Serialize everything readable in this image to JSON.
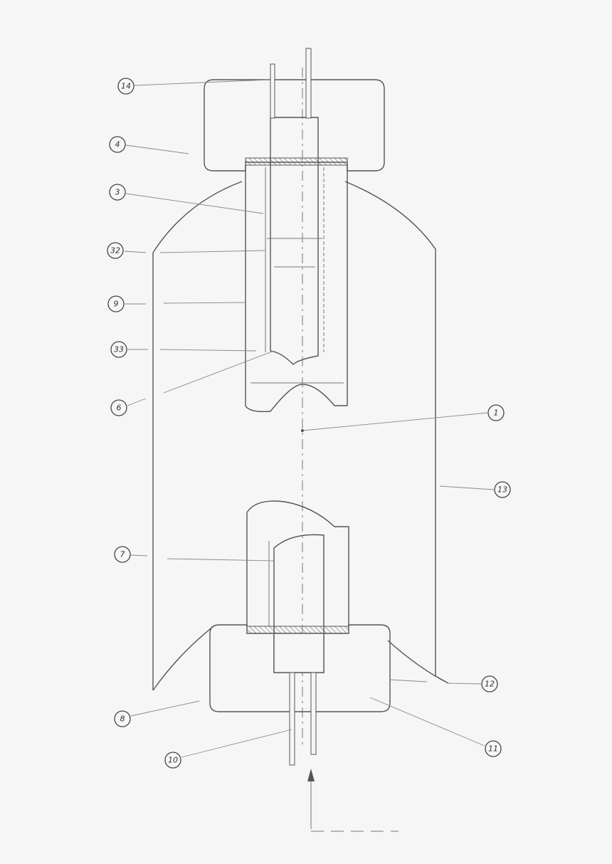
{
  "figure": {
    "reference_labels": {
      "l14": "14",
      "l4": "4",
      "l3": "3",
      "l32": "32",
      "l9": "9",
      "l33": "33",
      "l6": "6",
      "l1": "1",
      "l13": "13",
      "l7": "7",
      "l12": "12",
      "l8": "8",
      "l11": "11",
      "l10": "10"
    },
    "colors": {
      "line": "#555555",
      "background": "#f6f6f6"
    }
  }
}
